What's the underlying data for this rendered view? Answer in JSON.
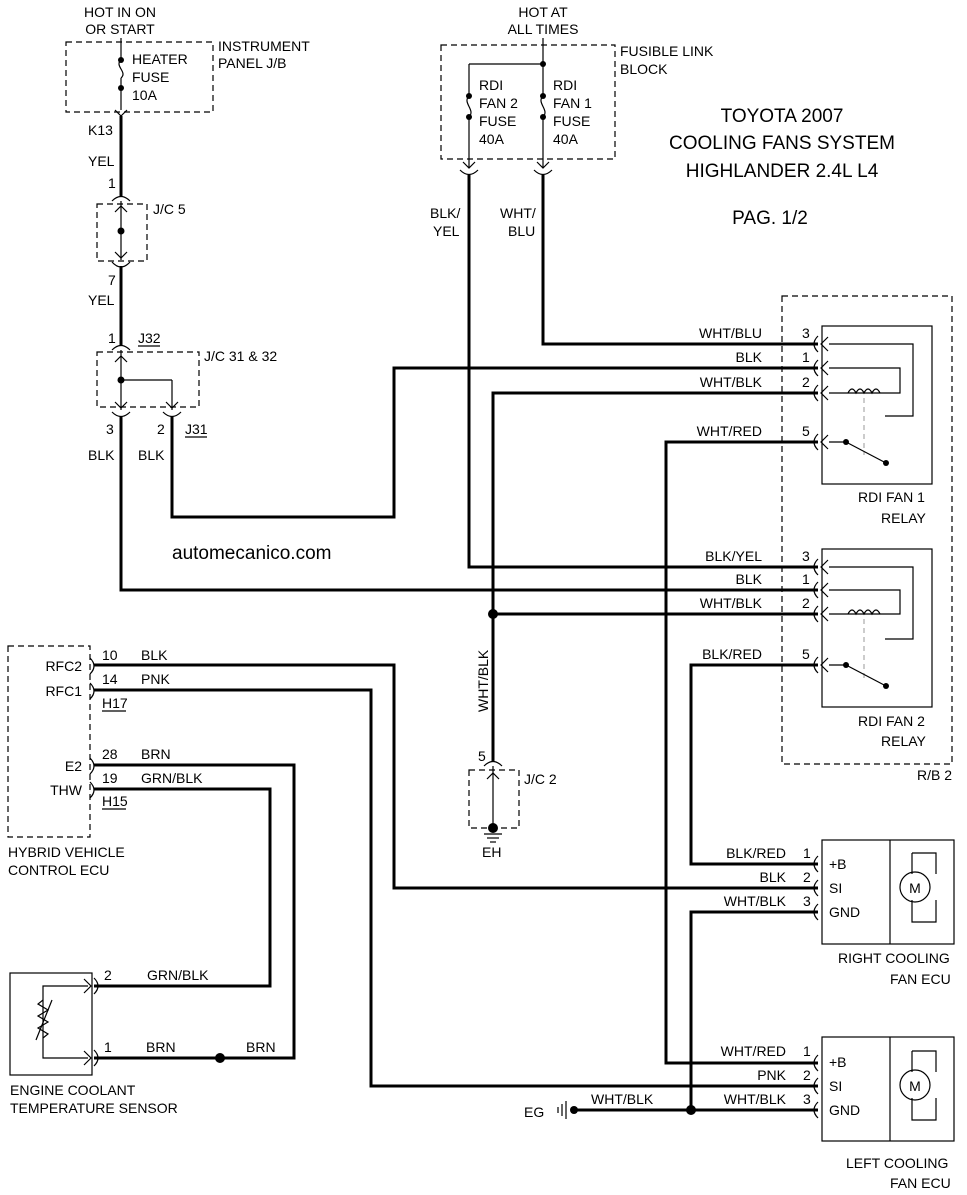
{
  "title": {
    "line1": "TOYOTA 2007",
    "line2": "COOLING FANS SYSTEM",
    "line3": "HIGHLANDER 2.4L L4",
    "page": "PAG. 1/2"
  },
  "watermark": "automecanico.com",
  "power_sources": {
    "hot_in_on_1": "HOT IN ON",
    "hot_in_on_2": "OR START",
    "hot_at_1": "HOT AT",
    "hot_at_2": "ALL TIMES"
  },
  "instrument_panel": {
    "label_1": "INSTRUMENT",
    "label_2": "PANEL J/B",
    "fuse_1": "HEATER",
    "fuse_2": "FUSE",
    "fuse_3": "10A",
    "connector": "K13"
  },
  "fusible_link": {
    "label_1": "FUSIBLE LINK",
    "label_2": "BLOCK",
    "fan2_1": "RDI",
    "fan2_2": "FAN 2",
    "fan2_3": "FUSE",
    "fan2_4": "40A",
    "fan1_1": "RDI",
    "fan1_2": "FAN 1",
    "fan1_3": "FUSE",
    "fan1_4": "40A"
  },
  "junctions": {
    "jc5": "J/C 5",
    "jc5_pin_in": "1",
    "jc5_pin_out": "7",
    "jc3132": "J/C 31 & 32",
    "j32": "J32",
    "j31": "J31",
    "jc3132_pin_in": "1",
    "jc3132_pin_3": "3",
    "jc3132_pin_2": "2",
    "jc2": "J/C 2",
    "jc2_pin": "5",
    "ground_eh": "EH",
    "ground_eg": "EG"
  },
  "wire_colors": {
    "yel_1": "YEL",
    "yel_2": "YEL",
    "blk_yel_1": "BLK/",
    "blk_yel_2": "YEL",
    "wht_blu_1": "WHT/",
    "wht_blu_2": "BLU",
    "blk_left": "BLK",
    "blk_right": "BLK",
    "wht_blk_vertical": "WHT/BLK",
    "eg_wire": "WHT/BLK"
  },
  "relay_box": {
    "label": "R/B 2",
    "relay1_name_1": "RDI FAN 1",
    "relay1_name_2": "RELAY",
    "relay2_name_1": "RDI FAN 2",
    "relay2_name_2": "RELAY",
    "relay1_pins": [
      {
        "wire": "WHT/BLU",
        "pin": "3"
      },
      {
        "wire": "BLK",
        "pin": "1"
      },
      {
        "wire": "WHT/BLK",
        "pin": "2"
      },
      {
        "wire": "WHT/RED",
        "pin": "5"
      }
    ],
    "relay2_pins": [
      {
        "wire": "BLK/YEL",
        "pin": "3"
      },
      {
        "wire": "BLK",
        "pin": "1"
      },
      {
        "wire": "WHT/BLK",
        "pin": "2"
      },
      {
        "wire": "BLK/RED",
        "pin": "5"
      }
    ]
  },
  "ecu": {
    "label_1": "HYBRID VEHICLE",
    "label_2": "CONTROL ECU",
    "connector_h17": "H17",
    "connector_h15": "H15",
    "pins": [
      {
        "name": "RFC2",
        "pin": "10",
        "wire": "BLK"
      },
      {
        "name": "RFC1",
        "pin": "14",
        "wire": "PNK"
      },
      {
        "name": "E2",
        "pin": "28",
        "wire": "BRN"
      },
      {
        "name": "THW",
        "pin": "19",
        "wire": "GRN/BLK"
      }
    ]
  },
  "sensor": {
    "label_1": "ENGINE COOLANT",
    "label_2": "TEMPERATURE SENSOR",
    "pin2": "2",
    "pin2_wire": "GRN/BLK",
    "pin1": "1",
    "pin1_wire": "BRN",
    "splice_wire": "BRN"
  },
  "right_fan": {
    "label_1": "RIGHT COOLING",
    "label_2": "FAN ECU",
    "motor": "M",
    "pins": [
      {
        "wire": "BLK/RED",
        "pin": "1",
        "name": "+B"
      },
      {
        "wire": "BLK",
        "pin": "2",
        "name": "SI"
      },
      {
        "wire": "WHT/BLK",
        "pin": "3",
        "name": "GND"
      }
    ]
  },
  "left_fan": {
    "label_1": "LEFT COOLING",
    "label_2": "FAN ECU",
    "motor": "M",
    "pins": [
      {
        "wire": "WHT/RED",
        "pin": "1",
        "name": "+B"
      },
      {
        "wire": "PNK",
        "pin": "2",
        "name": "SI"
      },
      {
        "wire": "WHT/BLK",
        "pin": "3",
        "name": "GND"
      }
    ]
  }
}
